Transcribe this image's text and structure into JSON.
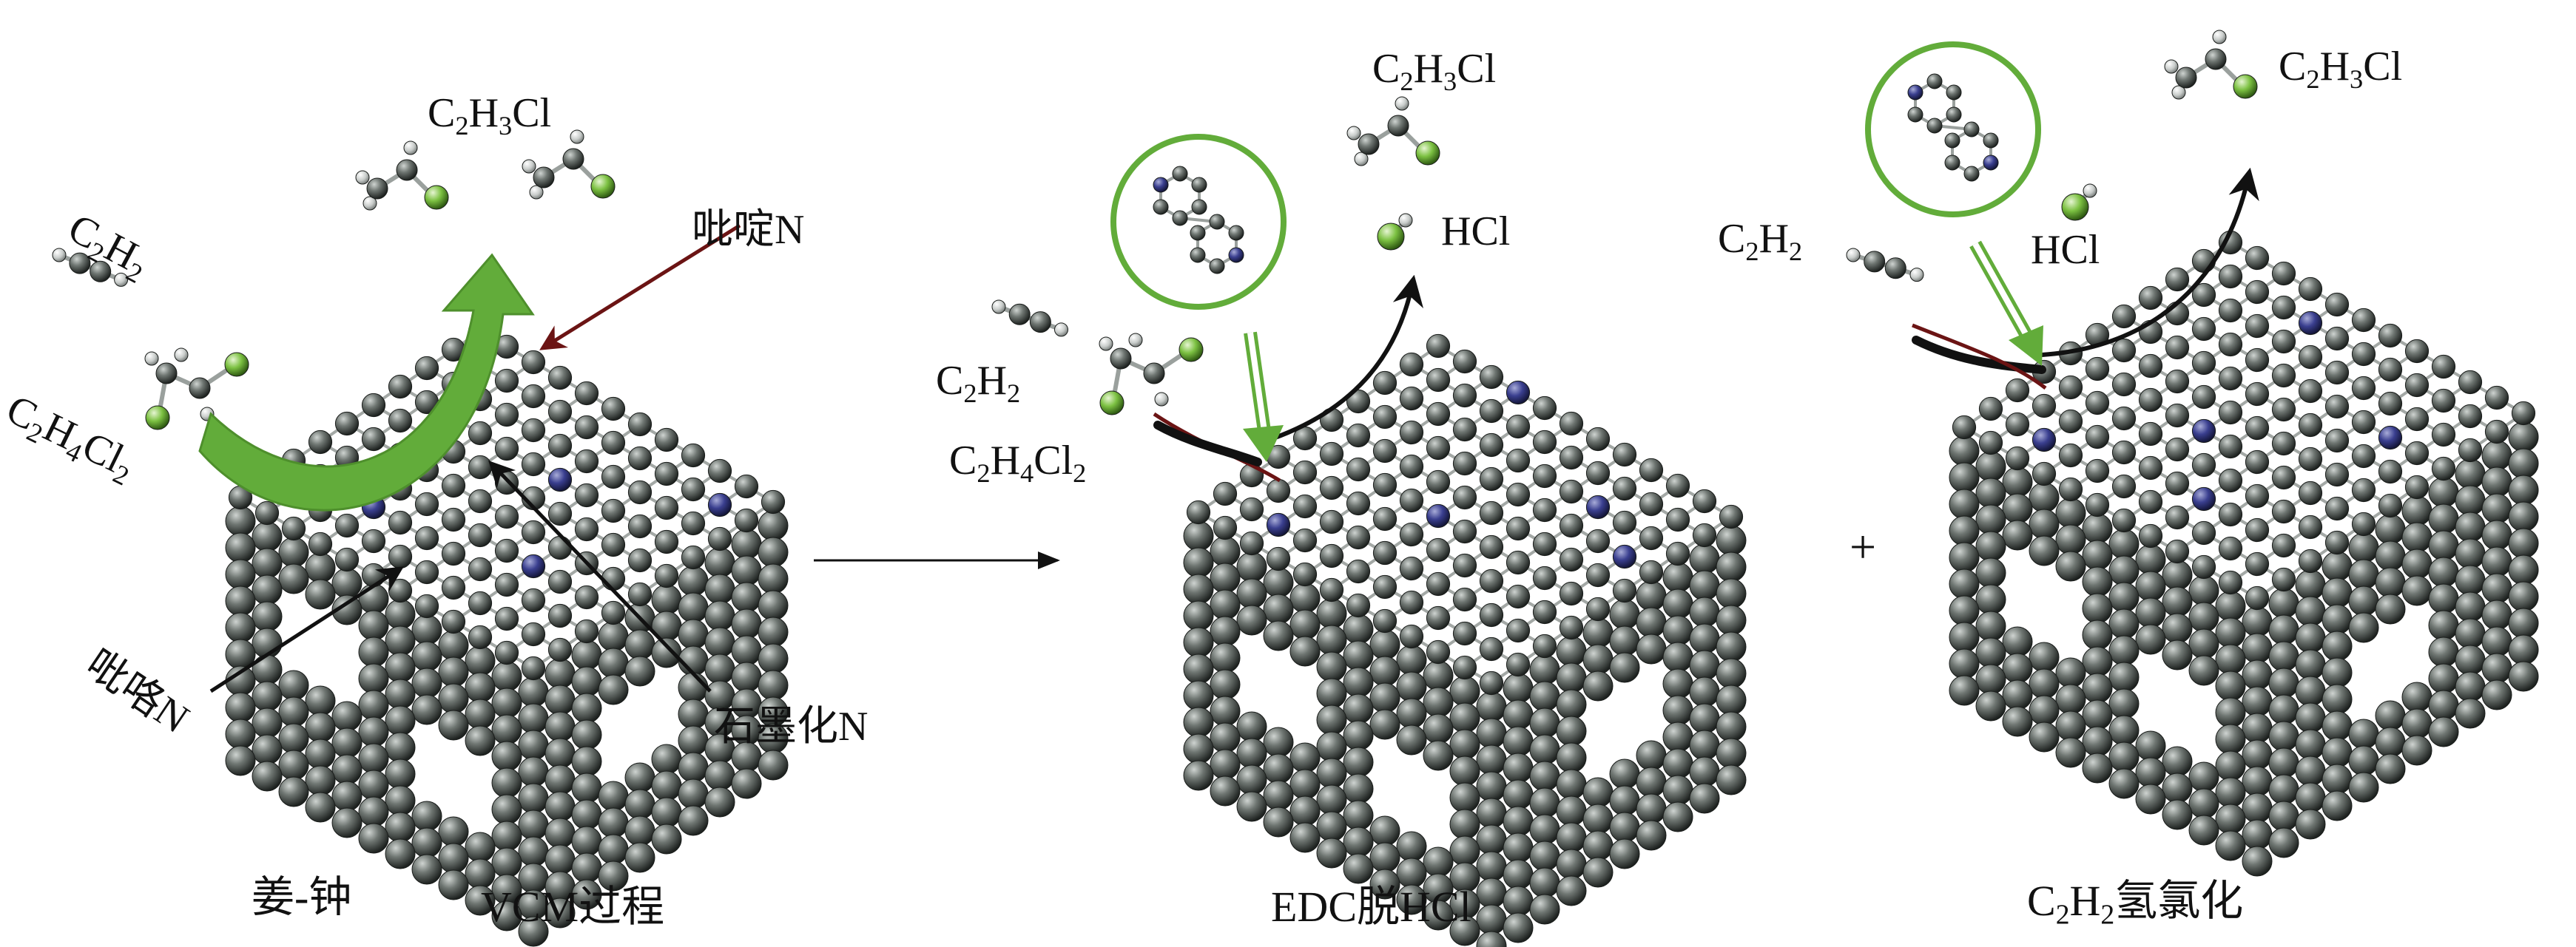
{
  "labels": {
    "panel1": {
      "c2h2_prefix": "C",
      "c2h2_sub1": "2",
      "c2h2_mid": "H",
      "c2h2_sub2": "2",
      "edc_prefix": "C",
      "edc_sub1": "2",
      "edc_mid": "H",
      "edc_sub2": "4",
      "edc_end": "Cl",
      "edc_sub3": "2",
      "vcm_prefix": "C",
      "vcm_sub1": "2",
      "vcm_mid": "H",
      "vcm_sub2": "3",
      "vcm_end": "Cl",
      "pyridinic": "吡啶N",
      "pyrrolic": "吡咯N",
      "graphitic": "石墨化N",
      "author": "姜-钟",
      "caption": "VCM过程"
    },
    "panel2": {
      "vcm_prefix": "C",
      "vcm_sub1": "2",
      "vcm_mid": "H",
      "vcm_sub2": "3",
      "vcm_end": "Cl",
      "hcl": "HCl",
      "c2h2_prefix": "C",
      "c2h2_sub1": "2",
      "c2h2_mid": "H",
      "c2h2_sub2": "2",
      "edc_prefix": "C",
      "edc_sub1": "2",
      "edc_mid": "H",
      "edc_sub2": "4",
      "edc_end": "Cl",
      "edc_sub3": "2",
      "caption": "EDC脱HCl"
    },
    "panel3": {
      "vcm_prefix": "C",
      "vcm_sub1": "2",
      "vcm_mid": "H",
      "vcm_sub2": "3",
      "vcm_end": "Cl",
      "hcl": "HCl",
      "c2h2_prefix": "C",
      "c2h2_sub1": "2",
      "c2h2_mid": "H",
      "c2h2_sub2": "2",
      "caption_prefix": "C",
      "caption_sub1": "2",
      "caption_mid": "H",
      "caption_sub2": "2",
      "caption_end": "氢氯化"
    },
    "plus": "+"
  },
  "colors": {
    "carbon": "#6f7672",
    "carbon_dark": "#2c302e",
    "nitrogen": "#3a3f8f",
    "chlorine": "#7cc142",
    "hydrogen": "#d9dcda",
    "green_arrow": "#62ac3a",
    "dark_red": "#6b1414",
    "black": "#111111"
  }
}
